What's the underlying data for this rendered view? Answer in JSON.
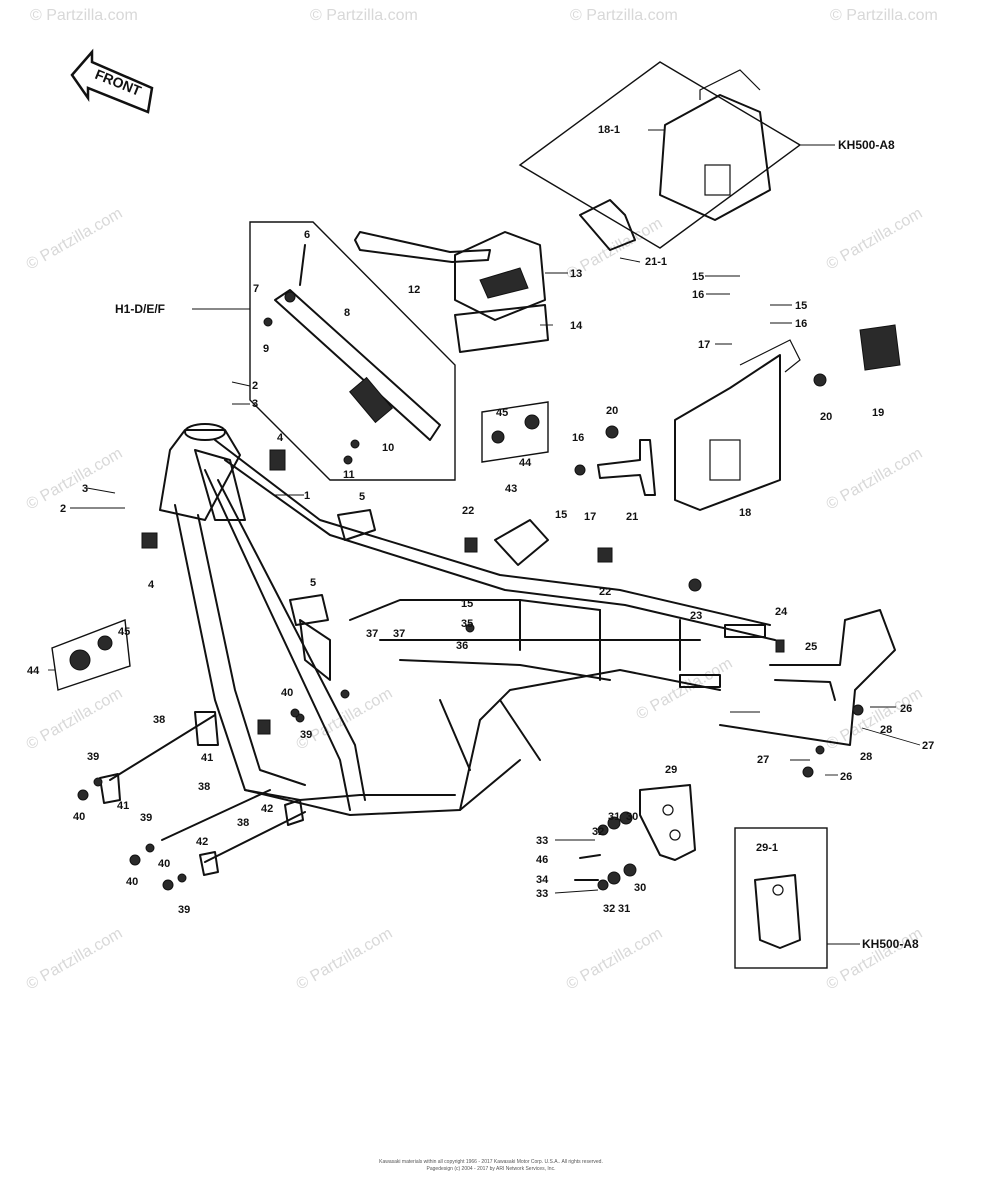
{
  "diagram": {
    "watermark": "© Partzilla.com",
    "front_label": "FRONT",
    "variant_labels": {
      "h1": "H1-D/E/F",
      "kh_top": "KH500-A8",
      "kh_bottom": "KH500-A8"
    },
    "callouts": {
      "c18_1": "18-1",
      "c21_1": "21-1",
      "c29_1": "29-1",
      "c1": "1",
      "c2a": "2",
      "c2b": "2",
      "c3a": "3",
      "c3b": "3",
      "c4a": "4",
      "c4b": "4",
      "c5a": "5",
      "c5b": "5",
      "c6": "6",
      "c7": "7",
      "c8": "8",
      "c9": "9",
      "c10": "10",
      "c11": "11",
      "c12": "12",
      "c13": "13",
      "c14": "14",
      "c15a": "15",
      "c15b": "15",
      "c15c": "15",
      "c15d": "15",
      "c16a": "16",
      "c16b": "16",
      "c16c": "16",
      "c17a": "17",
      "c17b": "17",
      "c18": "18",
      "c19": "19",
      "c20a": "20",
      "c20b": "20",
      "c21": "21",
      "c22a": "22",
      "c22b": "22",
      "c23": "23",
      "c24": "24",
      "c25": "25",
      "c26a": "26",
      "c26b": "26",
      "c27a": "27",
      "c27b": "27",
      "c28a": "28",
      "c28b": "28",
      "c29": "29",
      "c30a": "30",
      "c30b": "30",
      "c31a": "31",
      "c31b": "31",
      "c32a": "32",
      "c32b": "32",
      "c33a": "33",
      "c33b": "33",
      "c34": "34",
      "c35": "35",
      "c36": "36",
      "c37a": "37",
      "c37b": "37",
      "c38a": "38",
      "c38b": "38",
      "c38c": "38",
      "c39a": "39",
      "c39b": "39",
      "c39c": "39",
      "c39d": "39",
      "c40a": "40",
      "c40b": "40",
      "c40c": "40",
      "c40d": "40",
      "c41a": "41",
      "c41b": "41",
      "c42a": "42",
      "c42b": "42",
      "c43": "43",
      "c44a": "44",
      "c44b": "44",
      "c45a": "45",
      "c45b": "45",
      "c46": "46"
    },
    "copyright_line1": "Kawasaki materials within all copyright 1966 - 2017 Kawasaki Motor Corp. U.S.A.. All rights reserved.",
    "copyright_line2": "Pagedesign (c) 2004 - 2017 by ARI Network Services, Inc."
  }
}
